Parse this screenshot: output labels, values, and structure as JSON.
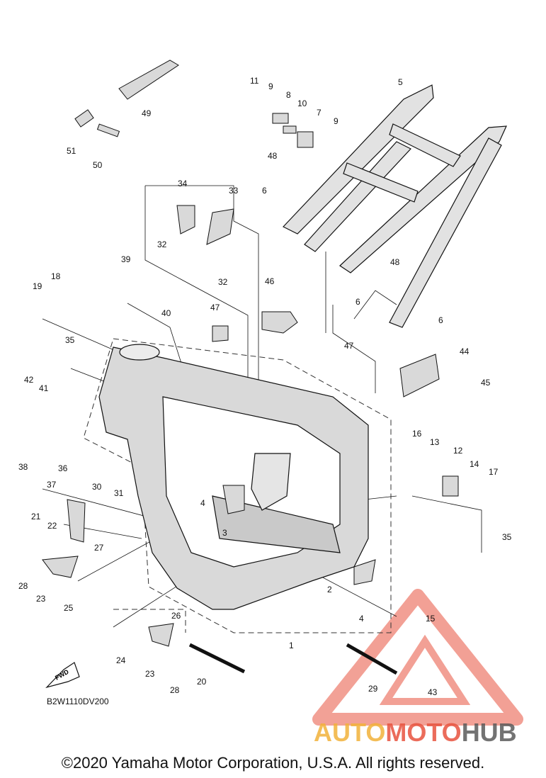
{
  "diagram": {
    "code": "B2W1110DV200",
    "fwd_label": "FWD",
    "callouts": [
      "1",
      "2",
      "3",
      "4",
      "4",
      "5",
      "6",
      "6",
      "6",
      "7",
      "8",
      "9",
      "9",
      "10",
      "11",
      "12",
      "13",
      "14",
      "15",
      "16",
      "17",
      "18",
      "19",
      "20",
      "21",
      "22",
      "23",
      "23",
      "24",
      "25",
      "26",
      "27",
      "28",
      "28",
      "29",
      "30",
      "31",
      "32",
      "32",
      "33",
      "34",
      "35",
      "35",
      "36",
      "37",
      "38",
      "39",
      "40",
      "41",
      "42",
      "43",
      "44",
      "45",
      "46",
      "47",
      "47",
      "48",
      "48",
      "49",
      "50",
      "51"
    ]
  },
  "watermark": {
    "part1": "AUTO",
    "part2": "MOTO",
    "part3": "HUB"
  },
  "footer": {
    "copyright": "©2020 Yamaha Motor Corporation, U.S.A. All rights reserved."
  },
  "colors": {
    "line": "#111111",
    "part_fill": "#d9d9d9",
    "watermark_red": "#e8533f",
    "watermark_orange": "#f2b23a",
    "watermark_gray": "#5b5b5b"
  }
}
